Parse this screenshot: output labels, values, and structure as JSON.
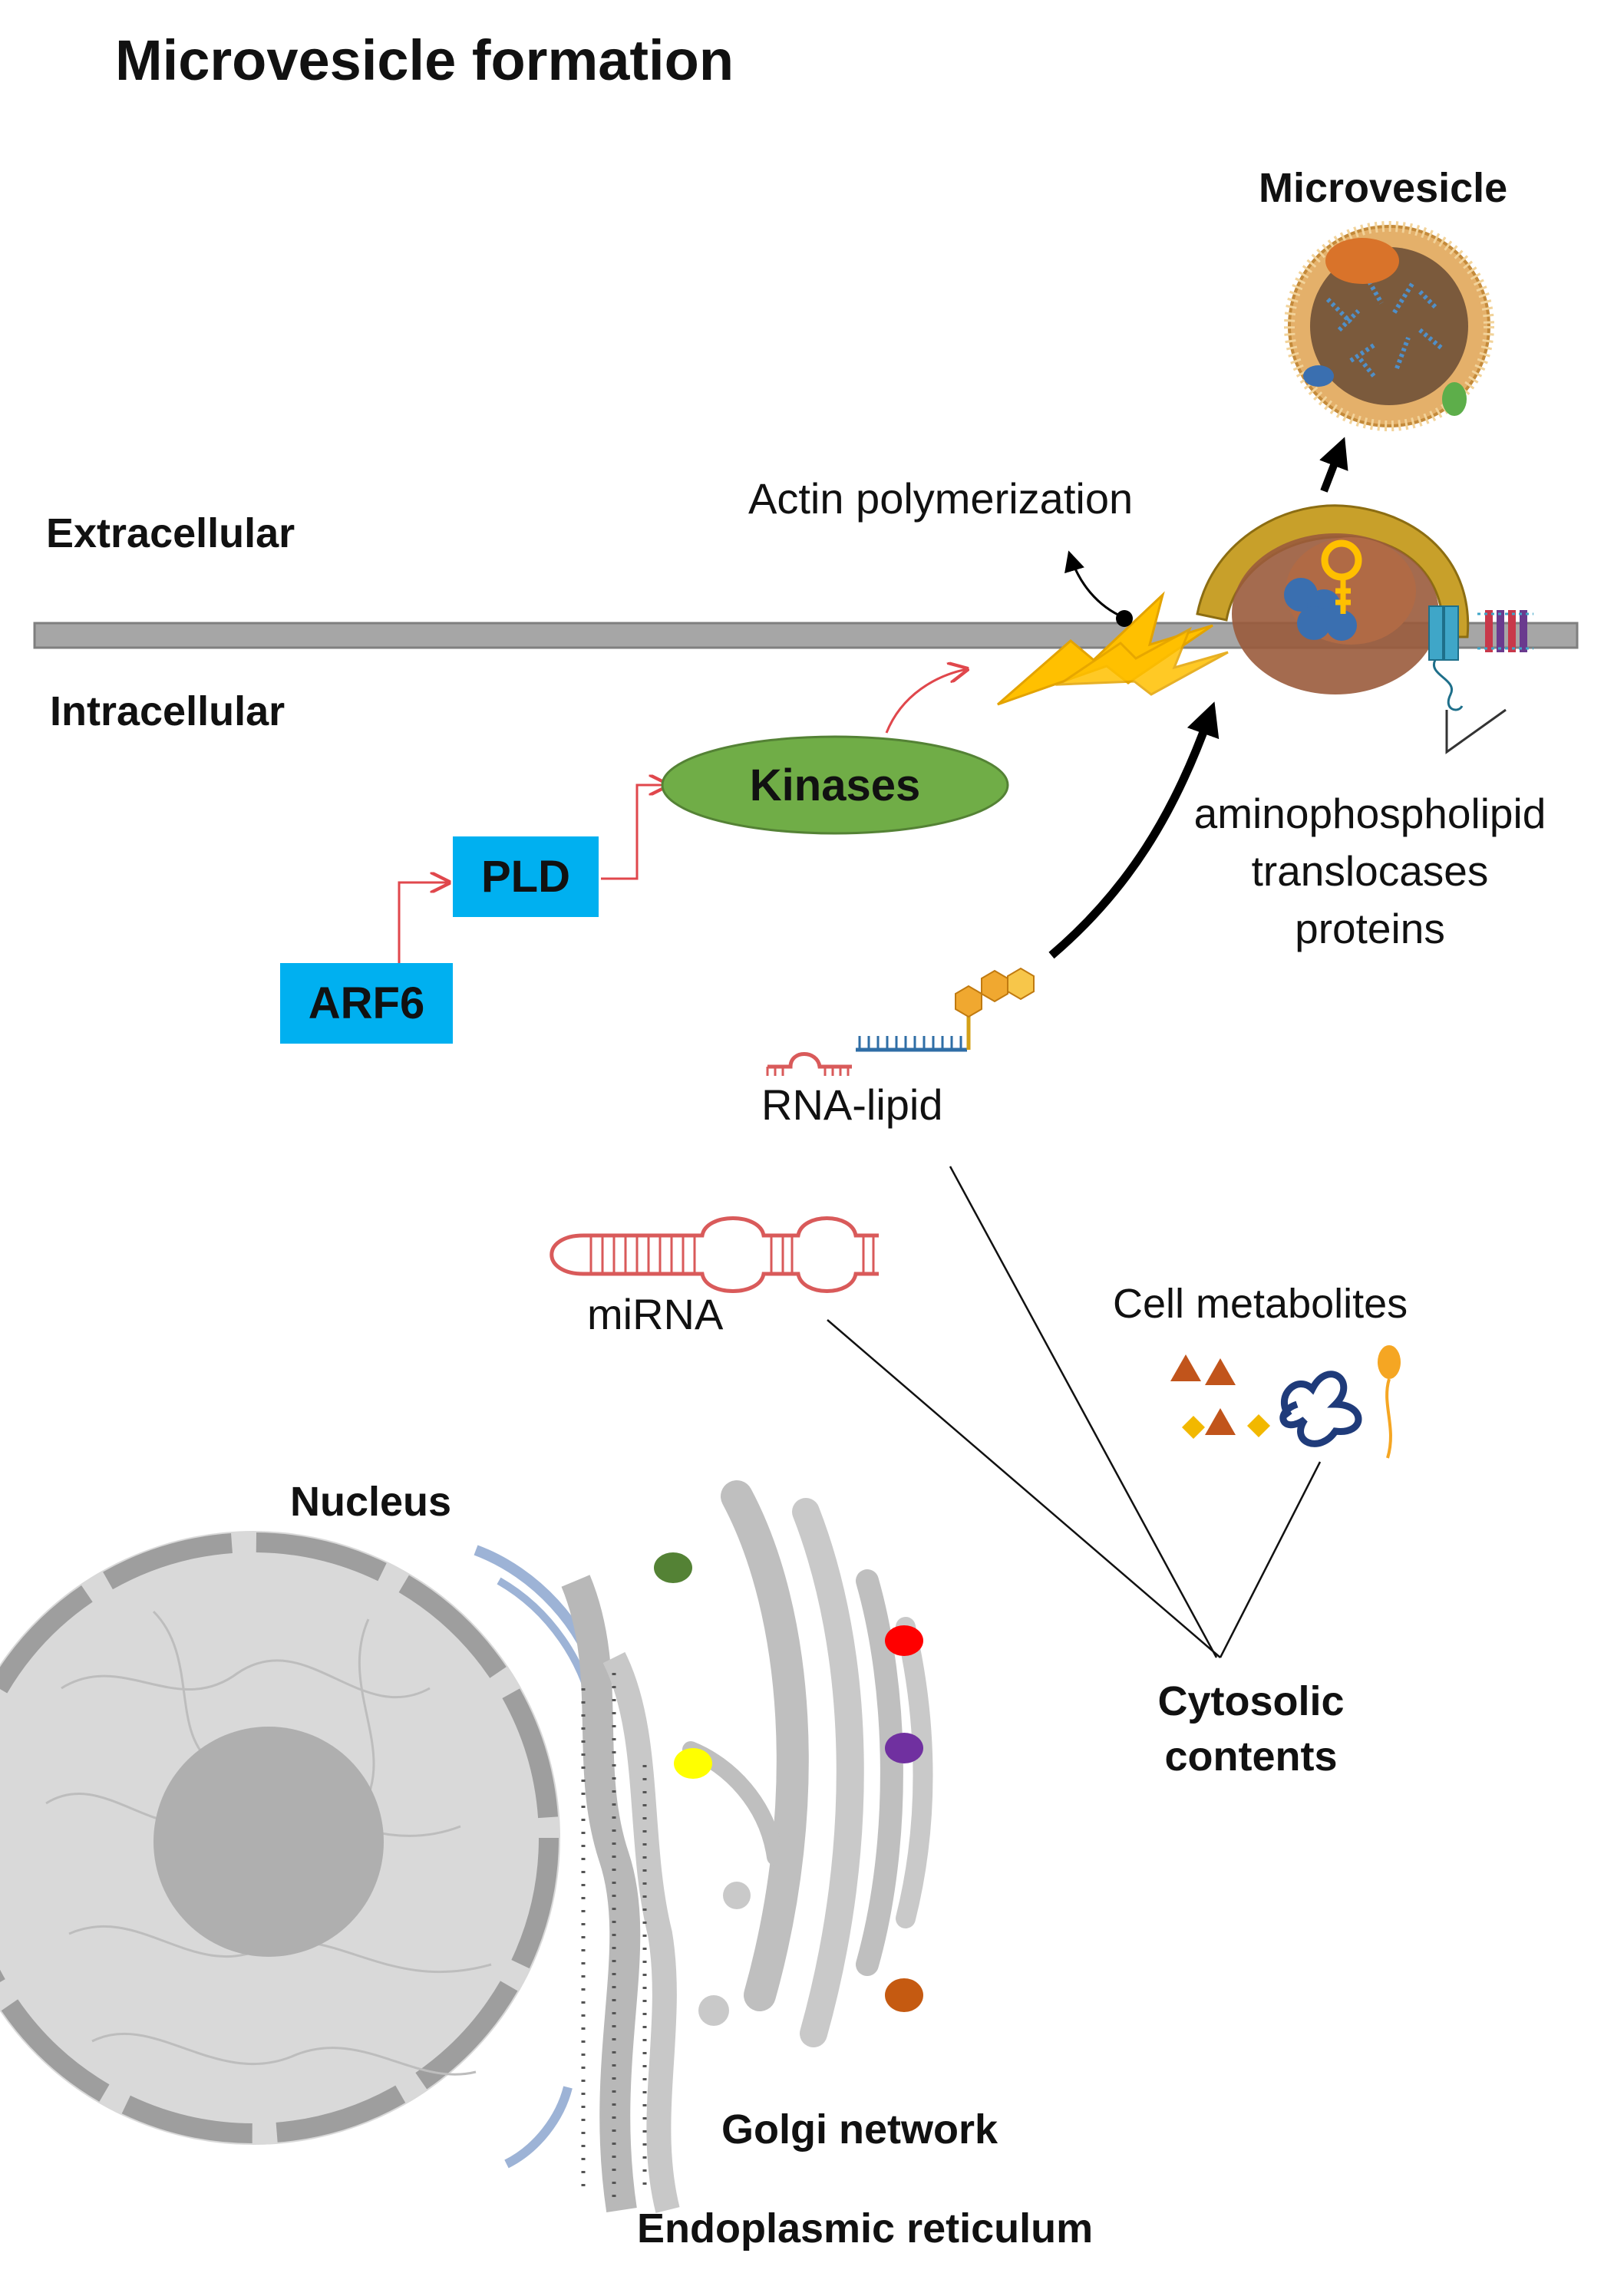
{
  "title": "Microvesicle formation",
  "labels": {
    "microvesicle": "Microvesicle",
    "extracellular": "Extracellular",
    "intracellular": "Intracellular",
    "actin_polymerization": "Actin polymerization",
    "translocases_line1": "aminophospholipid",
    "translocases_line2": "translocases",
    "translocases_line3": "proteins",
    "rna_lipid": "RNA-lipid",
    "mirna": "miRNA",
    "cell_metabolites": "Cell metabolites",
    "nucleus": "Nucleus",
    "cytosolic_line1": "Cytosolic",
    "cytosolic_line2": "contents",
    "golgi": "Golgi network",
    "er": "Endoplasmic reticulum"
  },
  "pathway": {
    "arf6": "ARF6",
    "pld": "PLD",
    "kinases": "Kinases"
  },
  "colors": {
    "box_fill": "#00B0F0",
    "kinase_fill": "#70AD47",
    "pathway_arrow": "#E0474C",
    "membrane": "#A6A6A6",
    "lightning": "#FFC000",
    "vesicle_shell": "#E4B06A",
    "vesicle_core": "#7B5A3C",
    "nucleus": "#D9D9D9"
  }
}
